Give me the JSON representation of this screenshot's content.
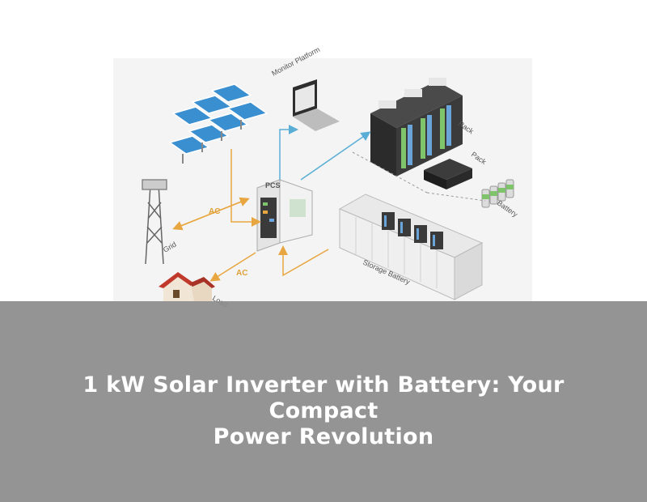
{
  "diagram": {
    "labels": {
      "monitor": "Monitor Platform",
      "rack": "Rack",
      "pack": "Pack",
      "battery": "Battery",
      "pcs": "PCS",
      "grid": "Grid",
      "load": "Load",
      "storage": "Storage Battery",
      "ac_top": "AC",
      "ac_bottom": "AC"
    }
  },
  "banner": {
    "line1": "1 kW Solar Inverter with Battery: Your Compact",
    "line2": "Power Revolution"
  },
  "colors": {
    "ac_arrow": "#e8a640",
    "data_arrow": "#5aaed6",
    "overlay": "#8c8c8c"
  }
}
